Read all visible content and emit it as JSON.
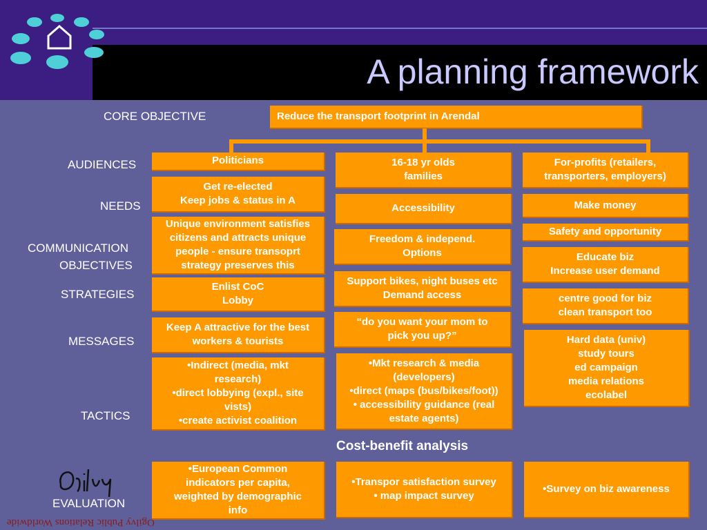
{
  "title": "A planning framework",
  "core_objective": {
    "label": "CORE OBJECTIVE",
    "text": "Reduce the transport footprint in Arendal"
  },
  "rows": {
    "audiences": "AUDIENCES",
    "needs": "NEEDS",
    "comm_objectives": [
      "COMMUNICATION",
      "OBJECTIVES"
    ],
    "strategies": "STRATEGIES",
    "messages": "MESSAGES",
    "tactics": "TACTICS",
    "evaluation": "EVALUATION"
  },
  "col1": {
    "audience": "Politicians",
    "needs": [
      "Get re-elected",
      "Keep jobs & status in A"
    ],
    "comm": [
      "Unique environment satisfies",
      "citizens and attracts unique",
      "people - ensure transoprt",
      "strategy preserves this"
    ],
    "strategies": [
      "Enlist CoC",
      "Lobby"
    ],
    "messages": [
      "Keep A attractive for the best",
      "workers & tourists"
    ],
    "tactics": [
      "•Indirect (media, mkt",
      "research)",
      "•direct lobbying (expl., site",
      "vists)",
      "•create activist coalition"
    ],
    "evaluation": [
      "•European Common",
      "indicators per capita,",
      "weighted by demographic",
      "info"
    ]
  },
  "col2": {
    "audience": [
      "16-18 yr olds",
      "families"
    ],
    "needs": "Accessibility",
    "comm": [
      "Freedom & independ.",
      "Options"
    ],
    "strategies": [
      "Support bikes, night buses etc",
      "Demand access"
    ],
    "messages": [
      "“do you want your mom to",
      "pick you up?”"
    ],
    "tactics": [
      "•Mkt research & media",
      "(developers)",
      "•direct (maps (bus/bikes/foot))",
      "• accessibility guidance (real",
      "estate agents)"
    ],
    "evaluation": [
      "•Transpor satisfaction survey",
      "• map impact survey"
    ]
  },
  "col3": {
    "audience": [
      "For-profits (retailers,",
      "transporters, employers)"
    ],
    "needs": "Make money",
    "comm1": "Safety and opportunity",
    "comm2": [
      "Educate biz",
      "Increase user demand"
    ],
    "strategies": [
      "centre good for biz",
      "clean transport too"
    ],
    "tactics": [
      "Hard data (univ)",
      "study tours",
      "ed campaign",
      "media relations",
      "ecolabel"
    ],
    "evaluation": "•Survey on biz awareness"
  },
  "cost_benefit": "Cost-benefit analysis",
  "footer": "Ogilvy Public Relations Worldwide",
  "colors": {
    "box": "#ff9900",
    "background": "#5f609a",
    "header": "#3c1e82",
    "title": "#c9c9ff"
  }
}
